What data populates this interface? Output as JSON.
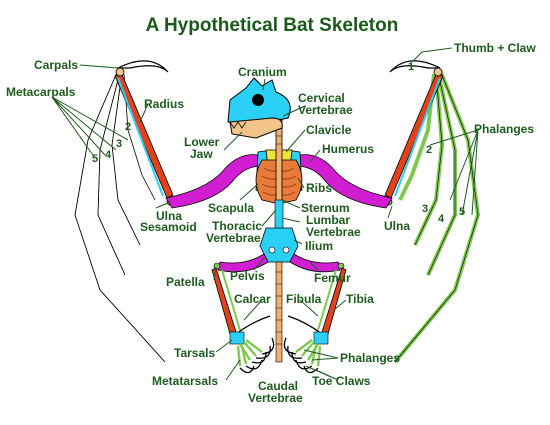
{
  "title": "A Hypothetical Bat Skeleton",
  "colors": {
    "label_text": "#1f5a1f",
    "phalanx_green": "#7ec850",
    "radius_red": "#e0421b",
    "humerus_magenta": "#d21ed2",
    "skull_cyan": "#2ad0f5",
    "jaw_tan": "#f2c48a",
    "rib_orange": "#e87a3a",
    "sternum_yellow": "#f2e23a",
    "spine_tan": "#f0b070"
  },
  "labels": {
    "thumb_claw": "Thumb + Claw",
    "carpals": "Carpals",
    "metacarpals": "Metacarpals",
    "radius": "Radius",
    "cranium": "Cranium",
    "cervical_vertebrae": [
      "Cervical",
      "Vertebrae"
    ],
    "lower_jaw": [
      "Lower",
      "Jaw"
    ],
    "clavicle": "Clavicle",
    "humerus": "Humerus",
    "phalanges_wing": "Phalanges",
    "ribs": "Ribs",
    "scapula": "Scapula",
    "sternum": "Sternum",
    "ulna_left": "Ulna",
    "sesamoid": "Sesamoid",
    "lumbar_vertebrae": [
      "Lumbar",
      "Vertebrae"
    ],
    "thoracic_vertebrae": [
      "Thoracic",
      "Vertebrae"
    ],
    "ilium": "Ilium",
    "ulna_right": "Ulna",
    "patella": "Patella",
    "pelvis": "Pelvis",
    "femur": "Femur",
    "calcar": "Calcar",
    "fibula": "Fibula",
    "tibia": "Tibia",
    "tarsals": "Tarsals",
    "phalanges_foot": "Phalanges",
    "metatarsals": "Metatarsals",
    "toe_claws": "Toe Claws",
    "caudal_vertebrae": [
      "Caudal",
      "Vertebrae"
    ]
  },
  "digit_numbers": {
    "left": [
      "5",
      "4",
      "3",
      "2"
    ],
    "right": [
      "1",
      "2",
      "3",
      "4",
      "5"
    ]
  }
}
